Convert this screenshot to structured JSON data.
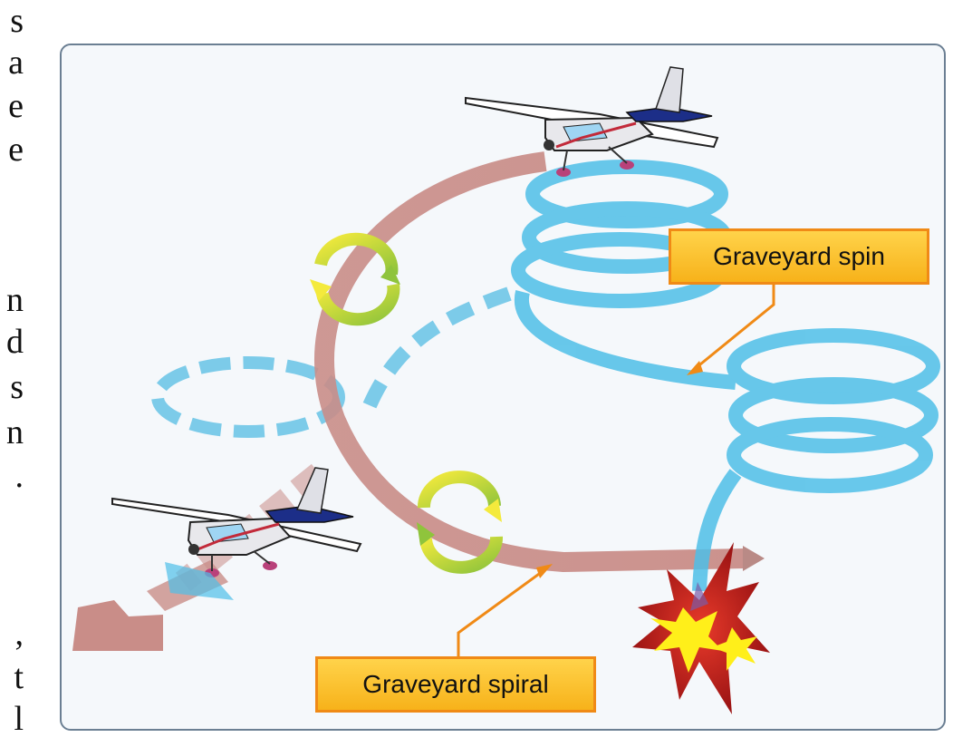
{
  "side_text": {
    "letters": [
      "s",
      "a",
      "e",
      "e",
      "n",
      "d",
      "s",
      "n",
      ".",
      ",",
      "t",
      "l"
    ]
  },
  "diagram": {
    "labels": {
      "spin": "Graveyard spin",
      "spiral": "Graveyard spiral"
    },
    "colors": {
      "spiral_path": "#c98d88",
      "spin_path": "#4fbfe8",
      "callout_fill": "#fcc62e",
      "callout_border": "#f08a16",
      "frame_border": "#6b7f93",
      "frame_bg": "#f5f8fb"
    }
  }
}
